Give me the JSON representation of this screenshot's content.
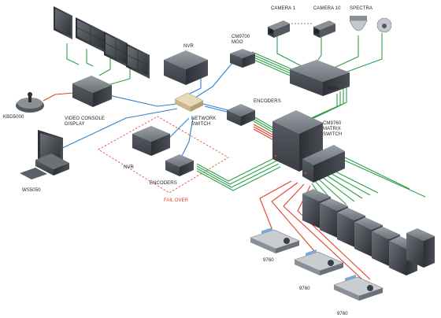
{
  "labels": {
    "camera1": "CAMERA 1",
    "camera10": "CAMERA 10",
    "spectra": "SPECTRA",
    "nvr_top": "NVR",
    "cm9700_mgo": "CM9700\nMGO",
    "mda": "MDA",
    "encoders_top": "ENCODERS",
    "network_switch": "NETWORK\nSWITCH",
    "cm9760_matrix": "CM9760\nMATRIX\nSWITCH",
    "kbd5000": "KBD5000",
    "video_console": "VIDEO CONSOLE\nDISPLAY",
    "ws5050": "WS5050",
    "nvr_failover": "NVR",
    "encoders_failover": "ENCODERS",
    "fail_over": "FAIL OVER",
    "kb1": "9760",
    "kb2": "9760",
    "kb3": "9760"
  },
  "colors": {
    "green": "#2ca04a",
    "blue": "#2f7fc9",
    "red": "#e0402a",
    "device_dark": "#3a3d42",
    "device_mid": "#5b5f66",
    "device_light": "#8b9097"
  }
}
